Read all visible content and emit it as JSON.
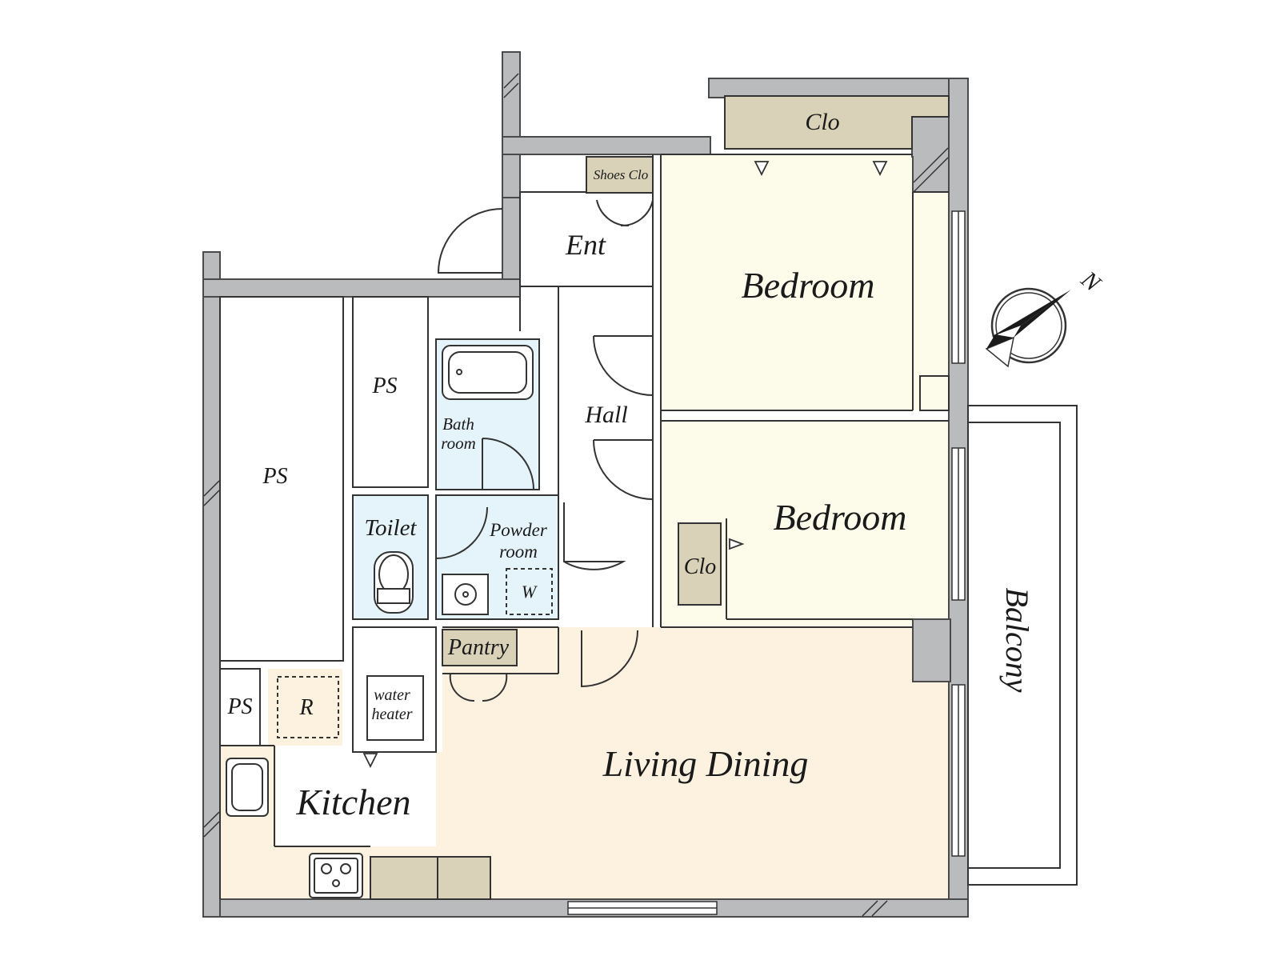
{
  "rooms": {
    "bedroom_north": "Bedroom",
    "bedroom_south": "Bedroom",
    "closet_north": "Clo",
    "closet_south": "Clo",
    "shoes_closet": "Shoes Clo",
    "entrance": "Ent",
    "hall": "Hall",
    "ps_large": "PS",
    "ps_mid": "PS",
    "ps_small": "PS",
    "bath_line1": "Bath",
    "bath_line2": "room",
    "toilet": "Toilet",
    "powder_line1": "Powder",
    "powder_line2": "room",
    "washer": "W",
    "pantry": "Pantry",
    "water_heater_line1": "water",
    "water_heater_line2": "heater",
    "fridge": "R",
    "kitchen": "Kitchen",
    "living_dining": "Living Dining",
    "balcony": "Balcony"
  },
  "compass": {
    "label": "N",
    "icon": "north-arrow-icon"
  },
  "colors": {
    "wall": "#b9bbbc",
    "bedroom_floor": "#fdfcea",
    "living_floor": "#fdf1e0",
    "wet_area": "#e5f3fb",
    "storage": "#d9d2b8"
  }
}
